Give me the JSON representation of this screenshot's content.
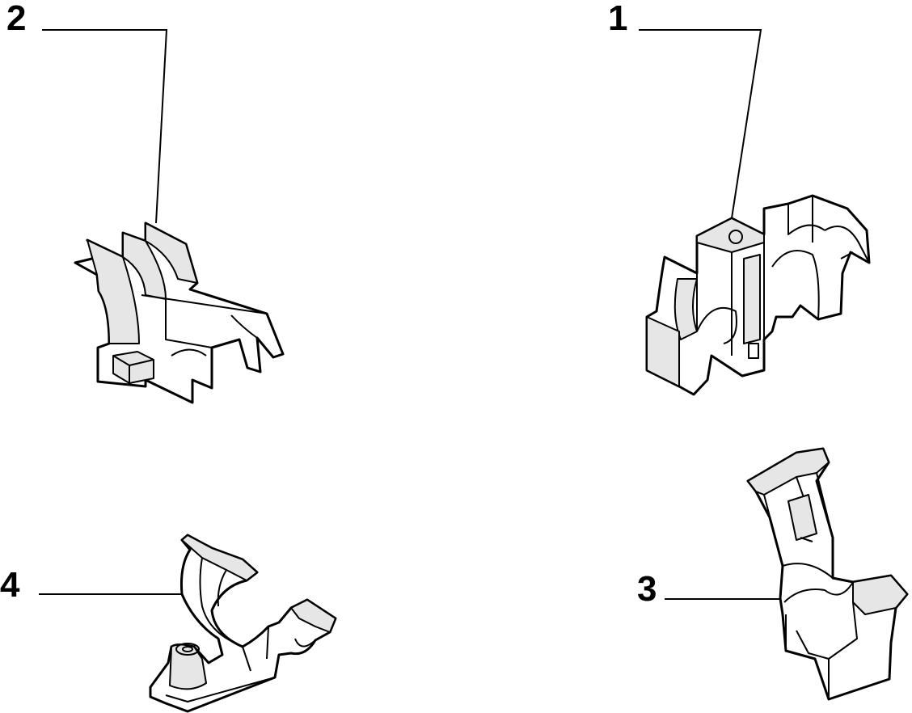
{
  "diagram": {
    "callouts": [
      {
        "id": "part-1",
        "label": "1"
      },
      {
        "id": "part-2",
        "label": "2"
      },
      {
        "id": "part-3",
        "label": "3"
      },
      {
        "id": "part-4",
        "label": "4"
      }
    ]
  },
  "colors": {
    "ink": "#000000",
    "background": "#ffffff",
    "shade": "#e6e6e6"
  }
}
